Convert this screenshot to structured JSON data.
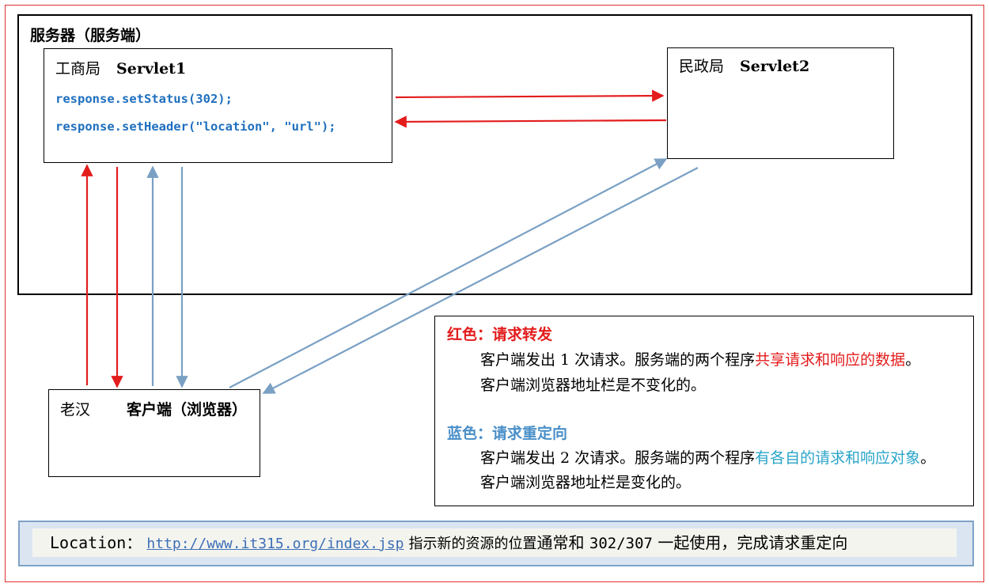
{
  "server": {
    "title": "服务器（服务端）"
  },
  "servlet1": {
    "name": "工商局",
    "servlet": "Servlet1",
    "code_line1": "response.setStatus(302);",
    "code_line2": "response.setHeader(\"location\", \"url\");"
  },
  "servlet2": {
    "name": "民政局",
    "servlet": "Servlet2"
  },
  "client": {
    "name": "老汉",
    "label": "客户端（浏览器）"
  },
  "legend": {
    "red_heading": "红色：请求转发",
    "red_line1_prefix": "客户端发出 1 次请求。服务端的两个程序",
    "red_line1_highlight": "共享请求和响应的数据",
    "red_line1_suffix": "。",
    "red_line2": "客户端浏览器地址栏是不变化的。",
    "blue_heading": "蓝色：请求重定向",
    "blue_line1_prefix": "客户端发出 2 次请求。服务端的两个程序",
    "blue_line1_highlight": "有各自的请求和响应对象",
    "blue_line1_suffix": "。",
    "blue_line2": "客户端浏览器地址栏是变化的。"
  },
  "footer": {
    "label": "Location：",
    "url": "http://www.it315.org/index.jsp",
    "desc1": "指示新的资源的位置",
    "desc2": "通常和 ",
    "code": "302/307",
    "desc3": " 一起使用，完成请求重定向"
  },
  "colors": {
    "forward": "#e31c1c",
    "redirect": "#7aa0c4",
    "frame": "#e03030"
  }
}
